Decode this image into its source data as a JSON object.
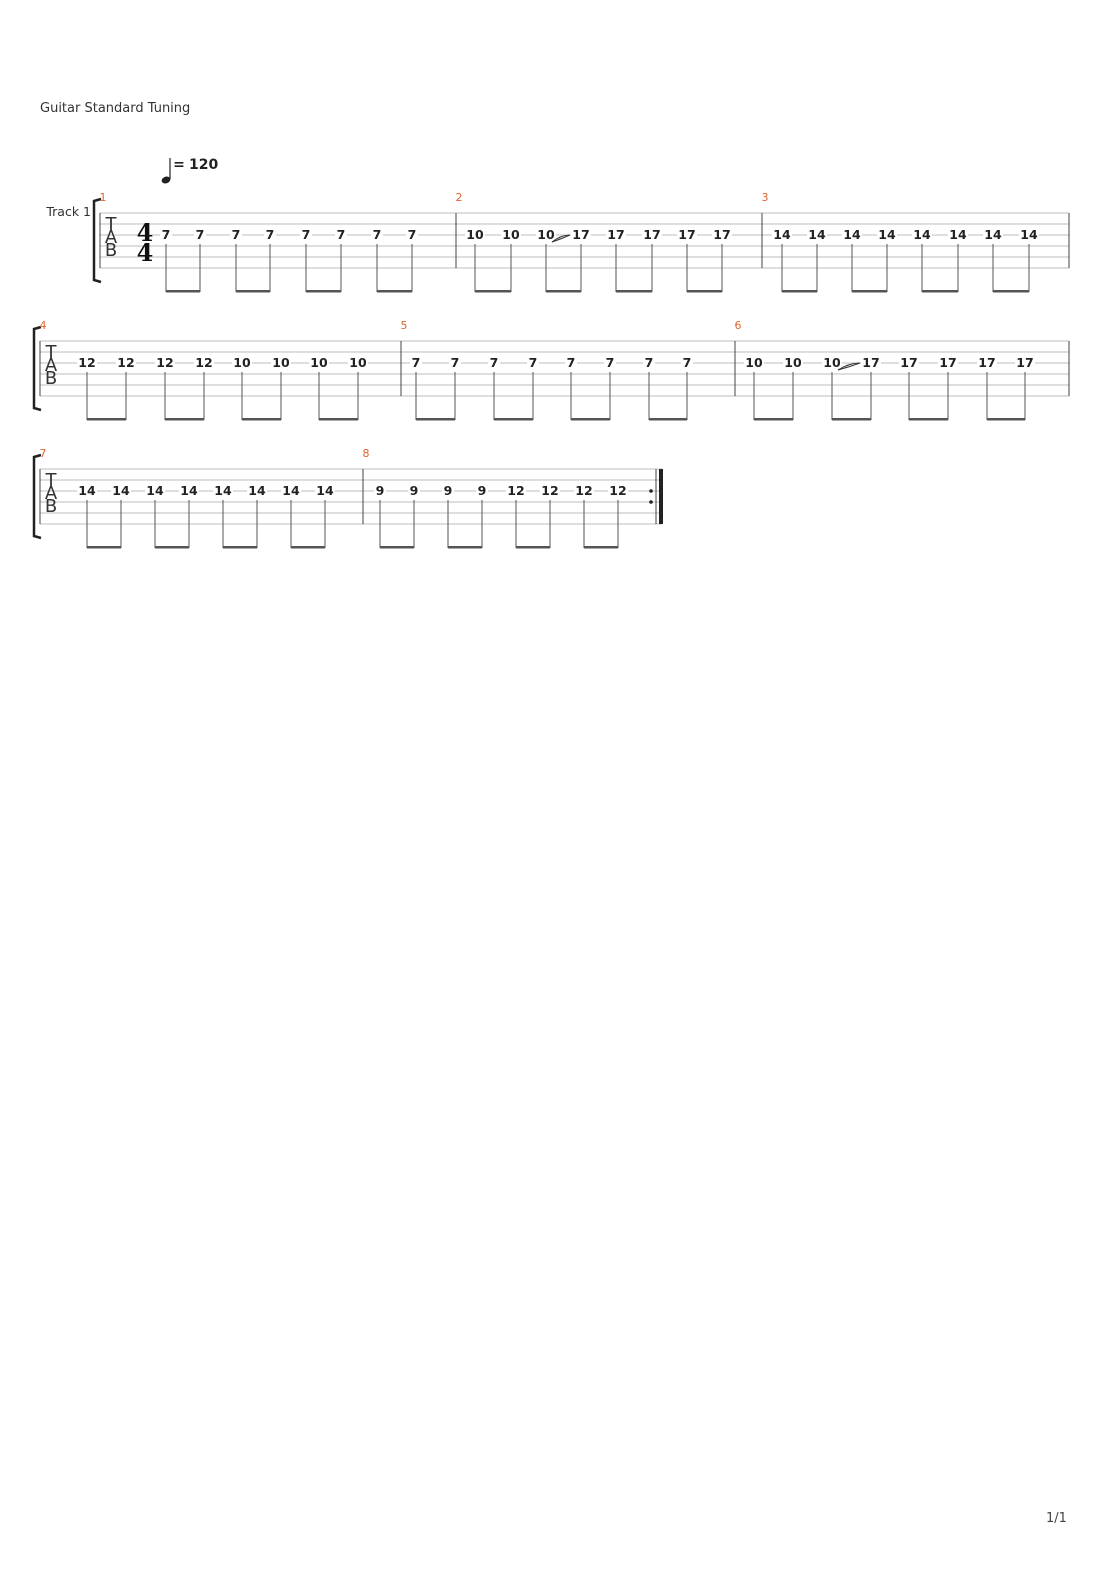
{
  "header": {
    "tuning": "Guitar Standard Tuning"
  },
  "tempo": {
    "symbol": "=",
    "bpm": "120"
  },
  "track_name": "Track 1",
  "tab_letters": [
    "T",
    "A",
    "B"
  ],
  "time_signature": {
    "numerator": "4",
    "denominator": "4"
  },
  "measures": [
    {
      "number": "1",
      "notes": [
        "7",
        "7",
        "7",
        "7",
        "7",
        "7",
        "7",
        "7"
      ]
    },
    {
      "number": "2",
      "notes": [
        "10",
        "10",
        "10",
        "17",
        "17",
        "17",
        "17",
        "17"
      ],
      "slide_after": 2
    },
    {
      "number": "3",
      "notes": [
        "14",
        "14",
        "14",
        "14",
        "14",
        "14",
        "14",
        "14"
      ]
    },
    {
      "number": "4",
      "notes": [
        "12",
        "12",
        "12",
        "12",
        "10",
        "10",
        "10",
        "10"
      ]
    },
    {
      "number": "5",
      "notes": [
        "7",
        "7",
        "7",
        "7",
        "7",
        "7",
        "7",
        "7"
      ]
    },
    {
      "number": "6",
      "notes": [
        "10",
        "10",
        "10",
        "17",
        "17",
        "17",
        "17",
        "17"
      ],
      "slide_after": 2
    },
    {
      "number": "7",
      "notes": [
        "14",
        "14",
        "14",
        "14",
        "14",
        "14",
        "14",
        "14"
      ]
    },
    {
      "number": "8",
      "notes": [
        "9",
        "9",
        "9",
        "9",
        "12",
        "12",
        "12",
        "12"
      ],
      "repeat_end": true
    }
  ],
  "footer": {
    "page": "1/1"
  }
}
